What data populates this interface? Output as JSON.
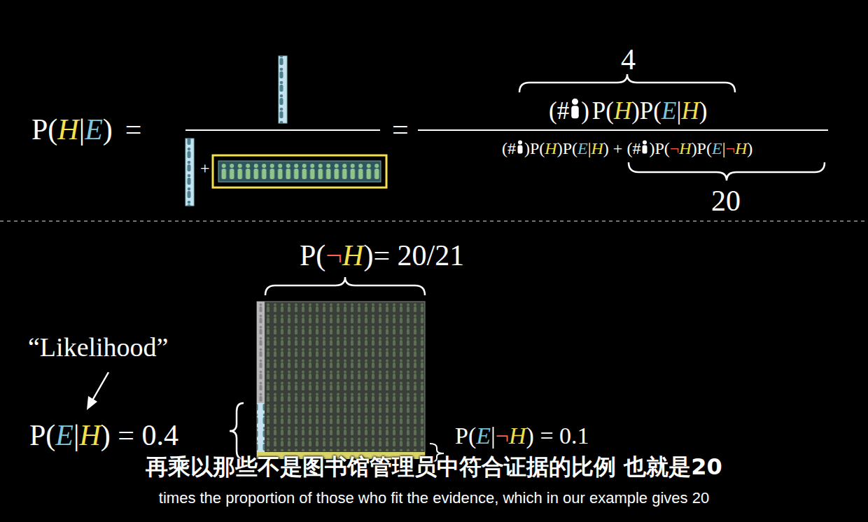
{
  "diagram": {
    "labels": [
      "P(",
      "H",
      "|",
      "E",
      ")",
      "=",
      "=",
      "4",
      "(#",
      ")",
      "P(",
      "H",
      ")P(",
      "E",
      "|",
      "H",
      ")",
      "(#",
      ")",
      "P(",
      "H",
      ")P(",
      "E",
      "|",
      "H",
      ") + (#",
      ")",
      "P(",
      "¬",
      "H",
      ")P(",
      "E",
      "|",
      "¬",
      "H",
      ")",
      "20",
      "P(",
      "¬",
      "H",
      ")= 20/21",
      "“Likelihood”",
      "P(",
      "E",
      "|",
      "H",
      ") = 0.4",
      "P(",
      "E",
      "|",
      "¬",
      "H",
      ") = 0.1",
      "再乘以那些不是图书馆管理员中符合证据的比例 也就是20",
      "times the proportion of those who fit the evidence, which in our example gives 20",
      "+"
    ]
  }
}
